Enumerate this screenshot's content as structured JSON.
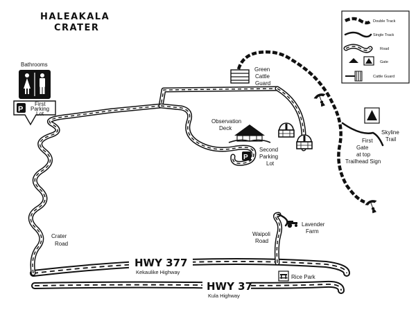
{
  "map": {
    "title_line1": "HALEAKALA",
    "title_line2": "CRATER",
    "legend": {
      "double_track": "Double Track",
      "single_track": "Single Track",
      "road": "Road",
      "gate": "Gate",
      "cattle_guard": "Cattle Guard"
    },
    "labels": {
      "bathrooms": "Bathrooms",
      "first_parking_1": "First",
      "first_parking_2": "Parking",
      "first_parking_3": "Lot",
      "green_cattle_1": "Green",
      "green_cattle_2": "Cattle",
      "green_cattle_3": "Guard",
      "observation_1": "Observation",
      "observation_2": "Deck",
      "second_parking_1": "Second",
      "second_parking_2": "Parking",
      "second_parking_3": "Lot",
      "first_gate_1": "First",
      "first_gate_2": "Gate",
      "first_gate_3": "at top",
      "first_gate_4": "Trailhead Sign",
      "skyline_1": "Skyline",
      "skyline_2": "Trail",
      "crater_road_1": "Crater",
      "crater_road_2": "Road",
      "waipoli_1": "Waipoli",
      "waipoli_2": "Road",
      "lavender_1": "Lavender",
      "lavender_2": "Farm",
      "hwy377": "HWY 377",
      "hwy377_sub": "Kekaulike Highway",
      "hwy37": "HWY 37",
      "hwy37_sub": "Kula Highway",
      "rice_park": "Rice Park",
      "parking_symbol": "P"
    },
    "icons": [
      "restroom-icon",
      "parking-icon",
      "cattle-guard-icon",
      "gate-icon",
      "observatory-dome-icon",
      "observation-deck-icon",
      "hang-glider-icon",
      "tractor-icon",
      "picnic-table-icon"
    ]
  }
}
